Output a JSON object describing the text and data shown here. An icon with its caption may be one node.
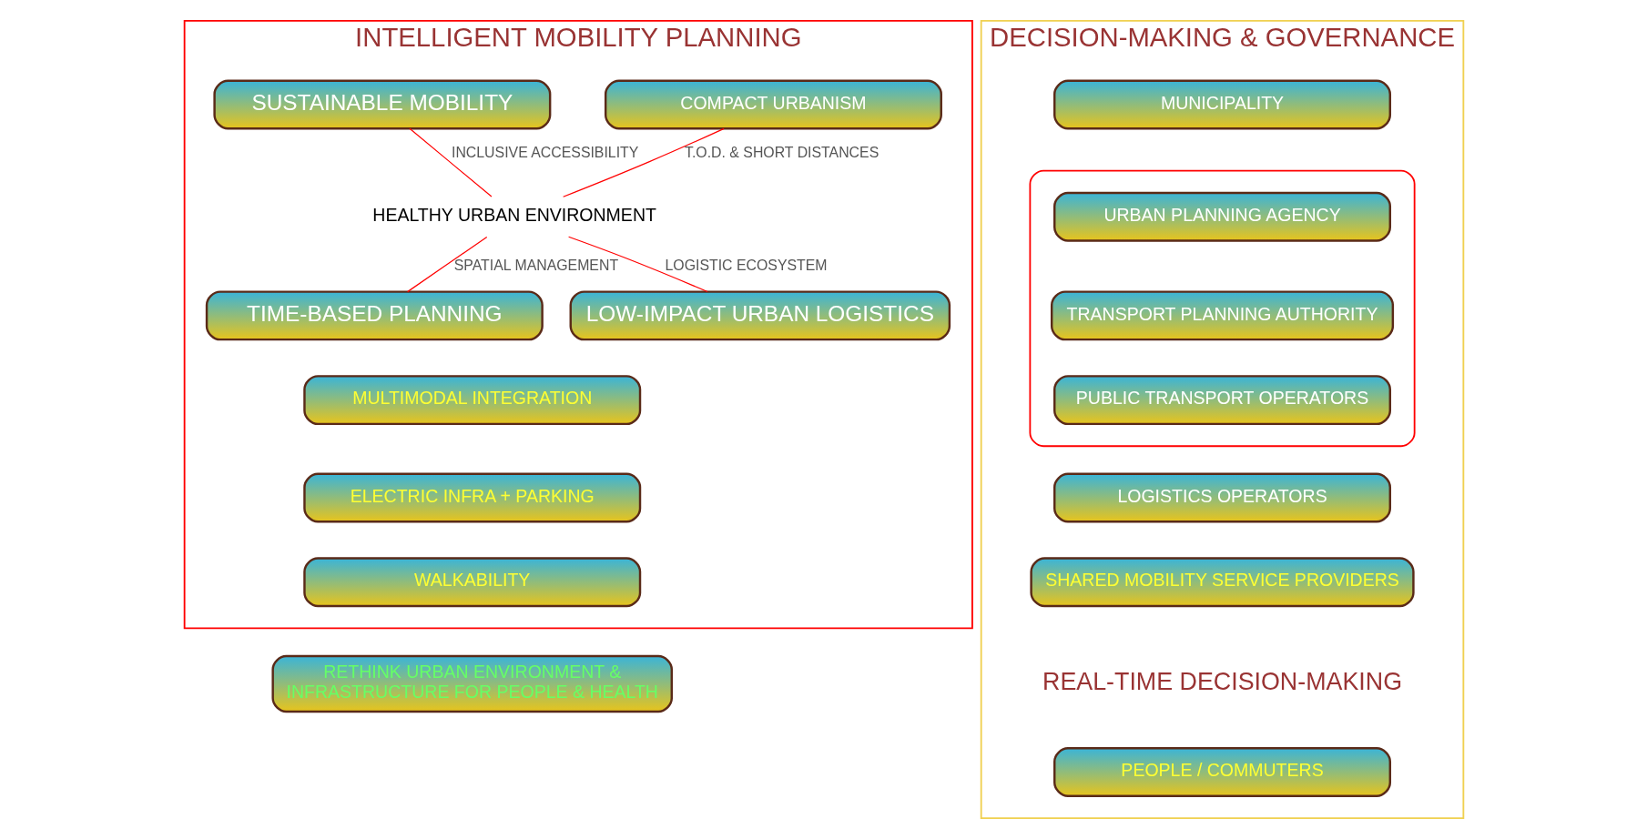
{
  "diagram": {
    "nodes": [
      {
        "text": [
          "INTELLIGENT MOBILITY PLANNING"
        ]
      },
      {
        "text": [
          "SUSTAINABLE MOBILITY"
        ],
        "in": 0
      },
      {
        "text": [
          "COMPACT URBANISM"
        ],
        "in": 0
      },
      {
        "text": [
          "HEALTHY URBAN ENVIRONMENT"
        ],
        "in": 0
      },
      {
        "text": [
          "TIME-BASED PLANNING"
        ],
        "in": 0
      },
      {
        "text": [
          "LOW-IMPACT URBAN LOGISTICS"
        ],
        "in": 0
      },
      {
        "text": [
          "MULTIMODAL INTEGRATION"
        ],
        "in": 0
      },
      {
        "text": [
          "ELECTRIC INFRA + PARKING"
        ],
        "in": 0
      },
      {
        "text": [
          "WALKABILITY"
        ],
        "in": 0
      },
      {
        "text": [
          "RETHINK URBAN ENVIRONMENT & INFRASTRUCTURE FOR PEOPLE & HEALTH"
        ]
      },
      {
        "text": [
          "DECISION-MAKING & GOVERNANCE"
        ]
      },
      {
        "text": [
          "MUNICIPALITY"
        ],
        "in": 10
      },
      {
        "text": [],
        "shape": "box",
        "in": 10
      },
      {
        "text": [
          "URBAN PLANNING AGENCY"
        ],
        "in": 12
      },
      {
        "text": [
          "TRANSPORT PLANNING AUTHORITY"
        ],
        "in": 12
      },
      {
        "text": [
          "PUBLIC TRANSPORT OPERATORS"
        ],
        "in": 12
      },
      {
        "text": [
          "LOGISTICS OPERATORS"
        ],
        "in": 10
      },
      {
        "text": [
          "SHARED MOBILITY SERVICE PROVIDERS"
        ],
        "in": 10
      },
      {
        "text": [
          "PEOPLE / COMMUTERS"
        ],
        "in": 10
      }
    ],
    "edges": [
      {
        "from": 1,
        "to": 3,
        "arrow": "none",
        "label": "INCLUSIVE ACCESSIBILITY"
      },
      {
        "from": 2,
        "to": 3,
        "arrow": "none",
        "label": "T.O.D. & SHORT DISTANCES"
      },
      {
        "from": 3,
        "to": 4,
        "arrow": "none",
        "label": "SPATIAL MANAGEMENT"
      },
      {
        "from": 3,
        "to": 5,
        "arrow": "none",
        "label": "LOGISTIC ECOSYSTEM"
      }
    ],
    "labels": [
      "REAL-TIME DECISION-MAKING"
    ]
  }
}
